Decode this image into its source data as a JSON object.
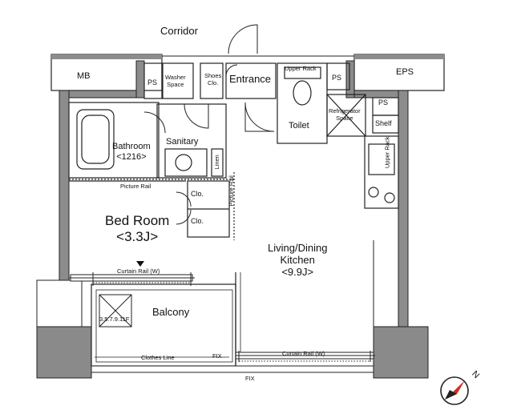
{
  "rooms": {
    "corridor": "Corridor",
    "mb": "MB",
    "eps": "EPS",
    "ps_left": "PS",
    "ps_top_right": "PS",
    "ps_right": "PS",
    "washer_space": "Washer\nSpace",
    "shoes_closet": "Shoes\nClo.",
    "entrance": "Entrance",
    "upper_rack_toilet": "Upper Rack",
    "toilet": "Toilet",
    "refrigerator_space": "Refrigerator\nSpace",
    "shelf": "Shelf",
    "upper_rack_kitchen": "Upper Rack",
    "bathroom": "Bathroom\n<1216>",
    "sanitary": "Sanitary",
    "linen": "Linen",
    "picture_rail_h": "Picture Rail",
    "picture_rail_v": "Picture Rail",
    "closet_1": "Clo.",
    "closet_2": "Clo.",
    "bedroom": "Bed Room\n<3.3J>",
    "living": "Living/Dining\nKitchen\n<9.9J>",
    "curtain_rail_1": "Curtain Rail (W)",
    "curtain_rail_2": "Curtain Rail (W)",
    "balcony": "Balcony",
    "hatch": "3.5.7.9.11F",
    "clothes_line": "Clothes Line",
    "fix_1": "FIX",
    "fix_2": "FIX"
  },
  "compass": {
    "label": "N"
  },
  "colors": {
    "wall": "#8c8c8c",
    "line": "#222222",
    "column": "#8a8a8a"
  }
}
